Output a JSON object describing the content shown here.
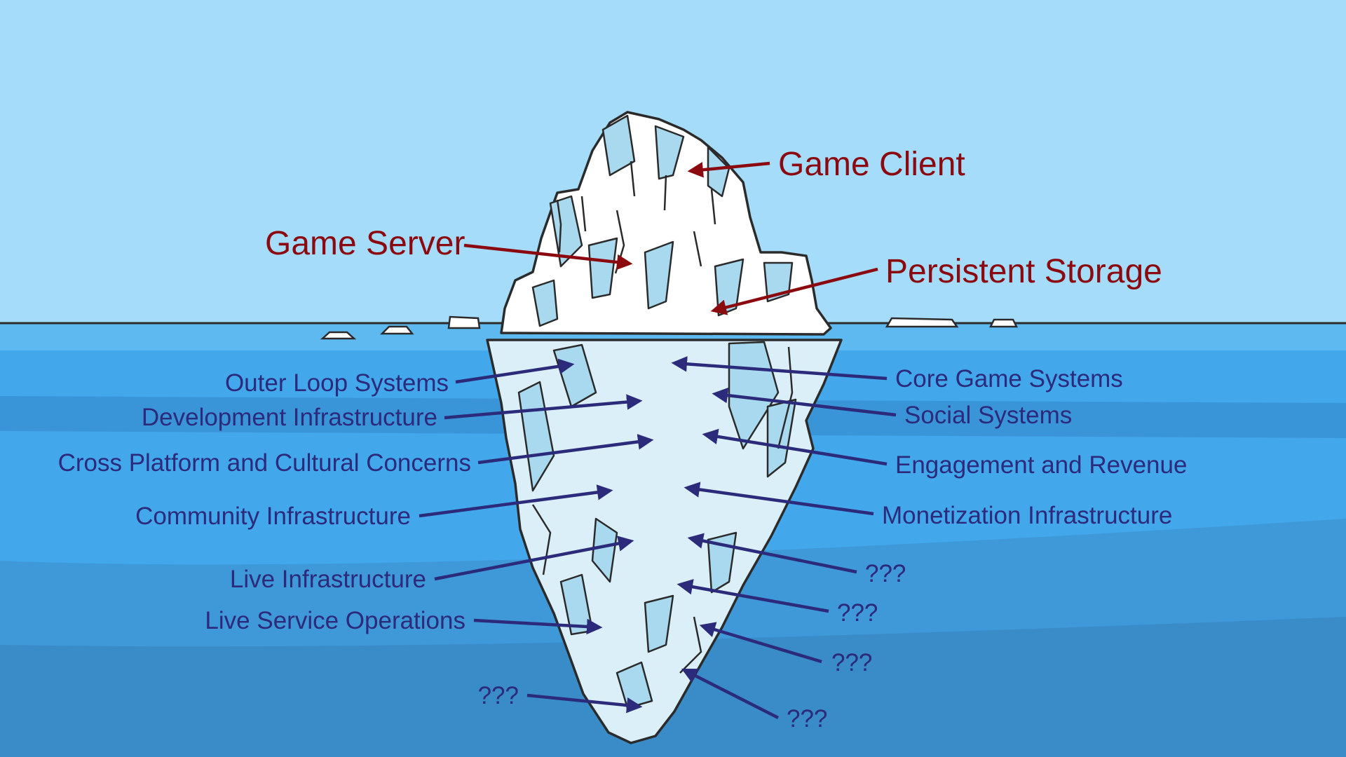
{
  "colors": {
    "sky": "#a5dcfa",
    "water_surface": "#5db9f0",
    "water_mid": "#42a7eb",
    "water_deep": "#3a8cc9",
    "ice": "#ffffff",
    "ice_shadow": "#a9d9ef",
    "ice_under": "#dbeff8",
    "outline": "#2b2b2b",
    "above_label": "#8b0a10",
    "below_label": "#2c2a7a"
  },
  "above_water": {
    "game_client": "Game Client",
    "game_server": "Game Server",
    "persistent_storage": "Persistent Storage"
  },
  "below_water": {
    "left": {
      "outer_loop": "Outer Loop Systems",
      "development_infrastructure": "Development Infrastructure",
      "cross_platform": "Cross Platform and Cultural Concerns",
      "community_infrastructure": "Community Infrastructure",
      "live_infrastructure": "Live Infrastructure",
      "live_service_operations": "Live Service Operations",
      "unknown_bottom": "???"
    },
    "right": {
      "core_game_systems": "Core Game Systems",
      "social_systems": "Social Systems",
      "engagement_revenue": "Engagement and Revenue",
      "monetization_infrastructure": "Monetization Infrastructure",
      "unknown_1": "???",
      "unknown_2": "???",
      "unknown_3": "???",
      "unknown_4": "???"
    }
  }
}
